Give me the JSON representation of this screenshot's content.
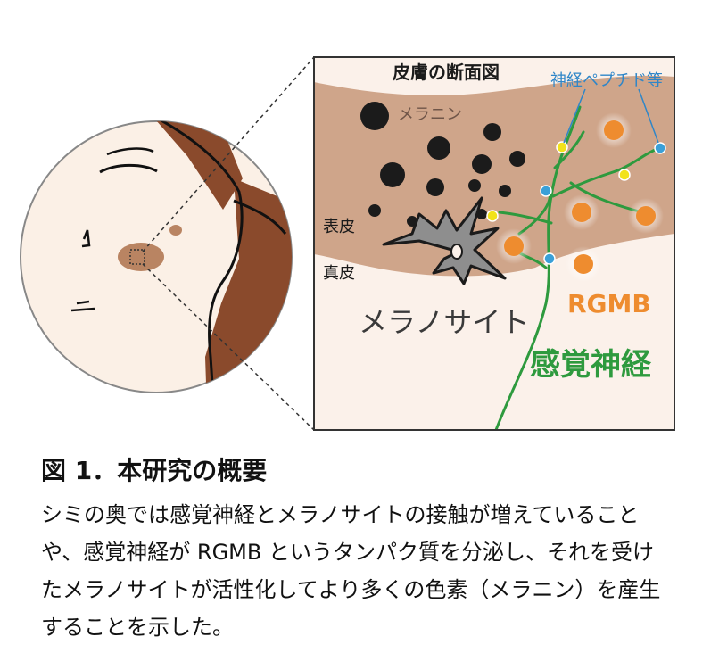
{
  "figure": {
    "labels": {
      "skin_cross_section": "皮膚の断面図",
      "neuropeptides": "神経ペプチド等",
      "melanin": "メラニン",
      "epidermis": "表皮",
      "dermis": "真皮",
      "melanocyte": "メラノサイト",
      "rgmb": "RGMB",
      "sensory_nerve": "感覚神経"
    },
    "colors": {
      "epidermis": "#cfa58a",
      "dermis": "#fbf1ea",
      "melanin": "#1b1b1b",
      "nerve": "#2e9a3e",
      "rgmb": "#ee8c2f",
      "peptide_yellow": "#f2e21a",
      "peptide_blue": "#3aa0d8",
      "melanocyte": "#8e8e8e",
      "hair": "#8a4a2c",
      "skin": "#fbf0e6",
      "spot": "#b98462",
      "label_blue": "#2f86c8",
      "label_orange": "#ee8c2f",
      "label_green": "#2e9a3e"
    }
  },
  "caption": {
    "title": "図 1．本研究の概要",
    "lines": [
      "シミの奥では感覚神経とメラノサイトの接触が増えていること",
      "や、感覚神経が RGMB というタンパク質を分泌し、それを受け",
      "たメラノサイトが活性化してより多くの色素（メラニン）を産生",
      "することを示した。"
    ]
  }
}
